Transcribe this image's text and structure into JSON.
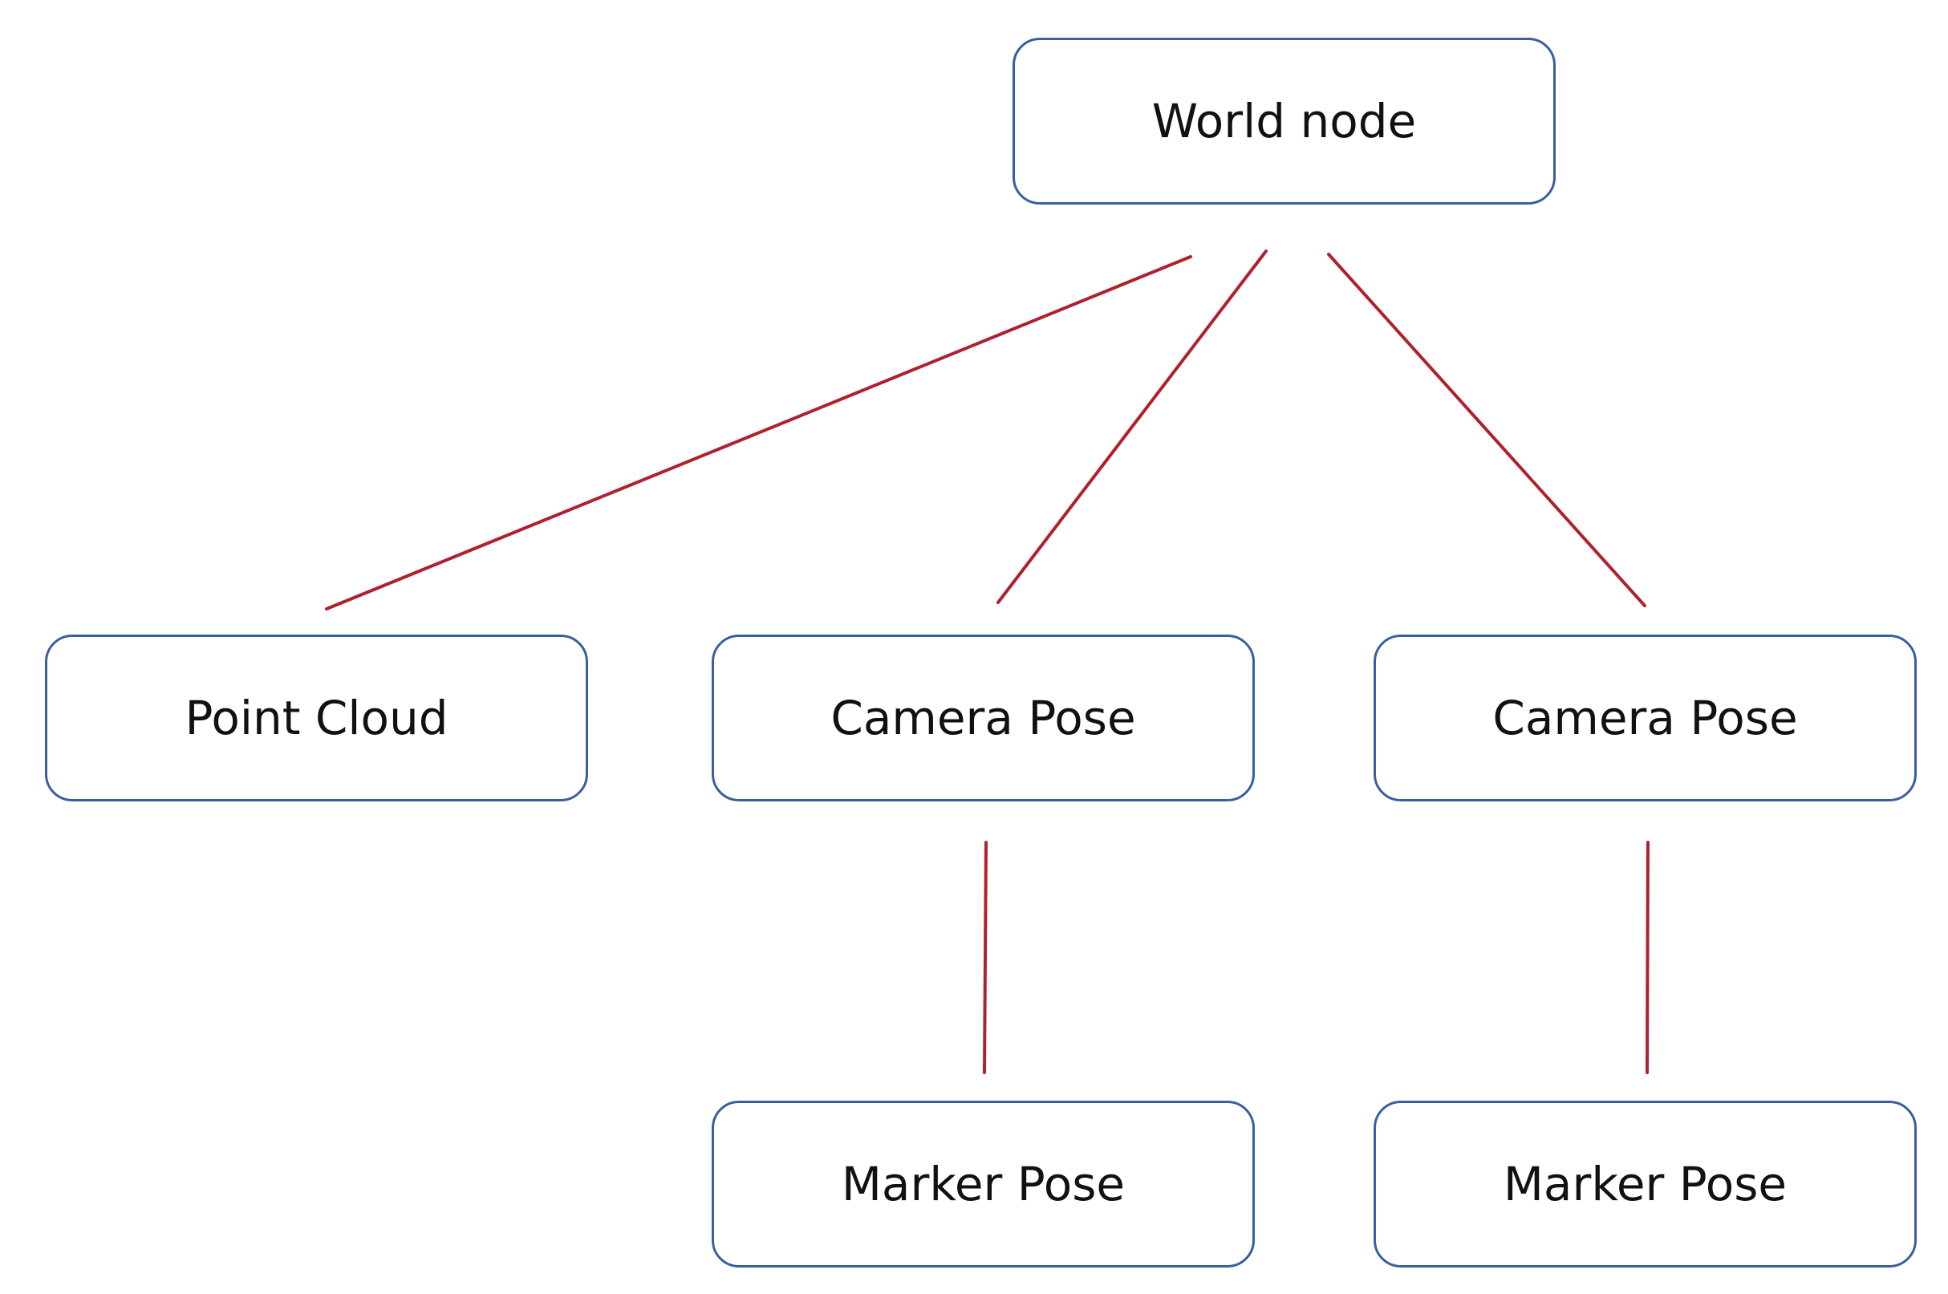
{
  "colors": {
    "node_border": "#3a5f9f",
    "edge": "#b0202e",
    "text": "#111111",
    "background": "#ffffff"
  },
  "nodes": {
    "world": {
      "label": "World node"
    },
    "point_cloud": {
      "label": "Point Cloud"
    },
    "camera_pose_1": {
      "label": "Camera Pose"
    },
    "camera_pose_2": {
      "label": "Camera Pose"
    },
    "marker_pose_1": {
      "label": "Marker Pose"
    },
    "marker_pose_2": {
      "label": "Marker Pose"
    }
  },
  "edges": [
    {
      "from": "world",
      "to": "point_cloud"
    },
    {
      "from": "world",
      "to": "camera_pose_1"
    },
    {
      "from": "world",
      "to": "camera_pose_2"
    },
    {
      "from": "camera_pose_1",
      "to": "marker_pose_1"
    },
    {
      "from": "camera_pose_2",
      "to": "marker_pose_2"
    }
  ]
}
